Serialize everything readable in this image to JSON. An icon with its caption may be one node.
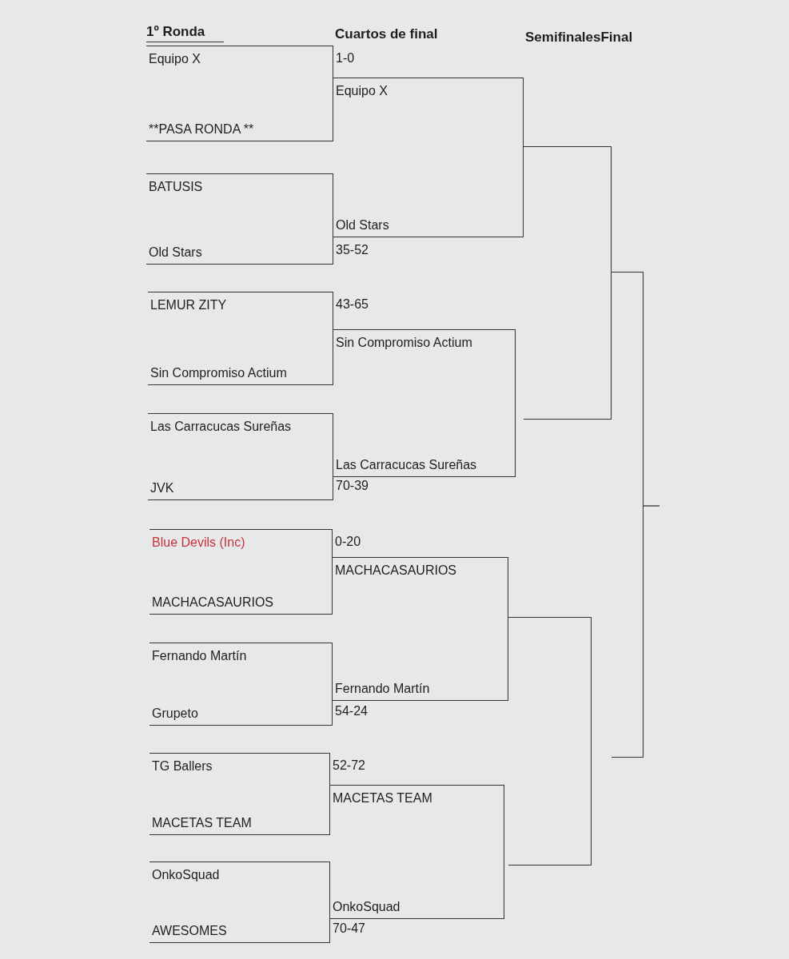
{
  "diagram": {
    "nodes": [
      {
        "text": [
          "Equipo X",
          "**PASA RONDA **"
        ],
        "beside": [
          "1-0"
        ]
      },
      {
        "text": [
          "BATUSIS",
          "Old Stars"
        ],
        "beside": [
          "35-52"
        ]
      },
      {
        "text": [
          "LEMUR ZITY",
          "Sin Compromiso Actium"
        ],
        "beside": [
          "43-65"
        ]
      },
      {
        "text": [
          "Las Carracucas Sureñas",
          "JVK"
        ],
        "beside": [
          "70-39"
        ]
      },
      {
        "text": [
          "Blue Devils (Inc)",
          "MACHACASAURIOS"
        ],
        "beside": [
          "0-20"
        ]
      },
      {
        "text": [
          "Fernando Martín",
          "Grupeto"
        ],
        "beside": [
          "54-24"
        ]
      },
      {
        "text": [
          "TG Ballers",
          "MACETAS TEAM"
        ],
        "beside": [
          "52-72"
        ]
      },
      {
        "text": [
          "OnkoSquad",
          "AWESOMES"
        ],
        "beside": [
          "70-47"
        ]
      },
      {
        "text": [
          "Equipo X",
          "Old Stars"
        ]
      },
      {
        "text": [
          "Sin Compromiso Actium",
          "Las Carracucas Sureñas"
        ]
      },
      {
        "text": [
          "MACHACASAURIOS",
          "Fernando Martín"
        ]
      },
      {
        "text": [
          "MACETAS TEAM",
          "OnkoSquad"
        ]
      },
      {
        "text": [],
        "shape": "bracket"
      },
      {
        "text": [],
        "shape": "bracket"
      },
      {
        "text": [],
        "shape": "bracket"
      }
    ],
    "labels": [
      "1º Ronda",
      "Cuartos de final",
      "SemifinalesFinal"
    ]
  }
}
